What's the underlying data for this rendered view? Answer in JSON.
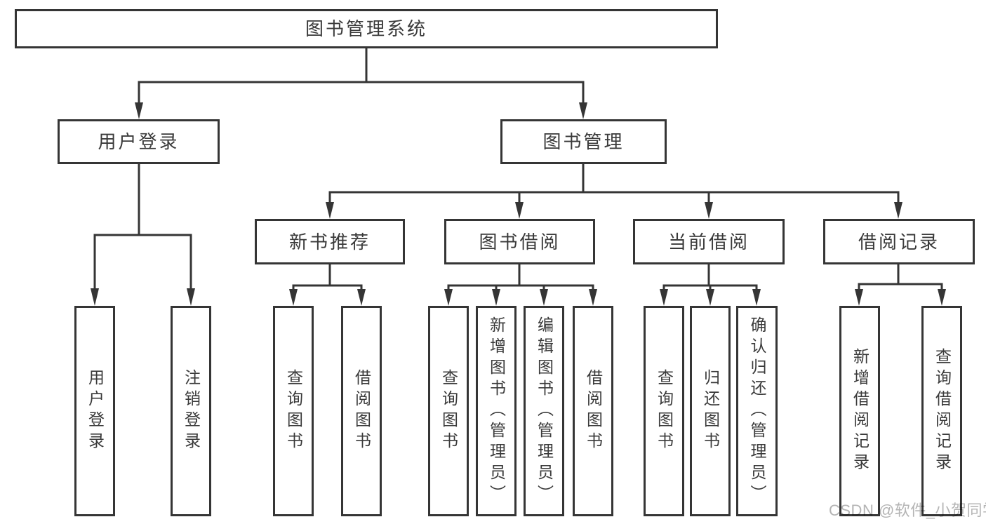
{
  "colors": {
    "background": "#ffffff",
    "line": "#353535",
    "box_border": "#353535",
    "text": "#3a3a3a",
    "watermark": "#b4b4b4"
  },
  "watermark": {
    "text": "CSDN @软件_小贺同学"
  },
  "tree": {
    "root": {
      "label": "图书管理系统",
      "children": [
        {
          "label": "用户登录",
          "children": [
            {
              "label": "用户登录"
            },
            {
              "label": "注销登录"
            }
          ]
        },
        {
          "label": "图书管理",
          "children": [
            {
              "label": "新书推荐",
              "children": [
                {
                  "label": "查询图书"
                },
                {
                  "label": "借阅图书"
                }
              ]
            },
            {
              "label": "图书借阅",
              "children": [
                {
                  "label": "查询图书"
                },
                {
                  "label": "新增图书（管理员）"
                },
                {
                  "label": "编辑图书（管理员）"
                },
                {
                  "label": "借阅图书"
                }
              ]
            },
            {
              "label": "当前借阅",
              "children": [
                {
                  "label": "查询图书"
                },
                {
                  "label": "归还图书"
                },
                {
                  "label": "确认归还（管理员）"
                }
              ]
            },
            {
              "label": "借阅记录",
              "children": [
                {
                  "label": "新增借阅记录"
                },
                {
                  "label": "查询借阅记录"
                }
              ]
            }
          ]
        }
      ]
    }
  }
}
